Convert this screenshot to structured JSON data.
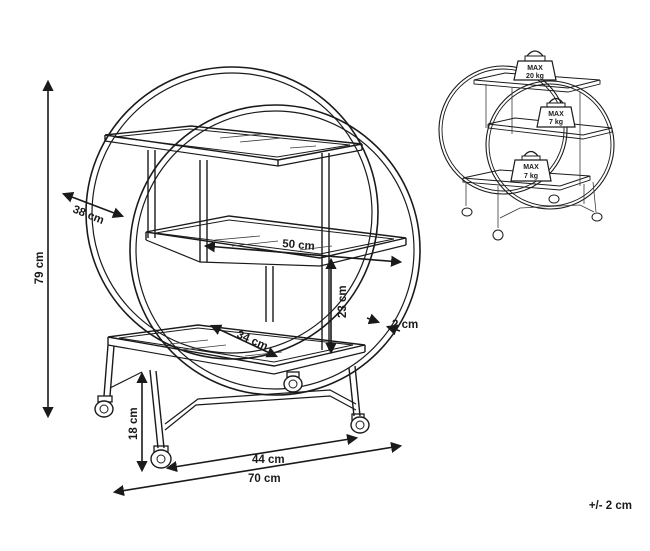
{
  "dimensions": {
    "height_total": "79 cm",
    "diameter_depth": "38 cm",
    "shelf_width": "50 cm",
    "shelf_spacing": "23 cm",
    "frame_thickness": "2 cm",
    "shelf_depth": "34 cm",
    "base_height": "18 cm",
    "base_width": "44 cm",
    "total_width": "70 cm"
  },
  "weights": {
    "top_max_label": "MAX",
    "top_max_value": "20 kg",
    "middle_max_label": "MAX",
    "middle_max_value": "7 kg",
    "bottom_max_label": "MAX",
    "bottom_max_value": "7 kg"
  },
  "tolerance": "+/- 2 cm",
  "colors": {
    "line": "#1a1a1a",
    "background": "#ffffff"
  }
}
